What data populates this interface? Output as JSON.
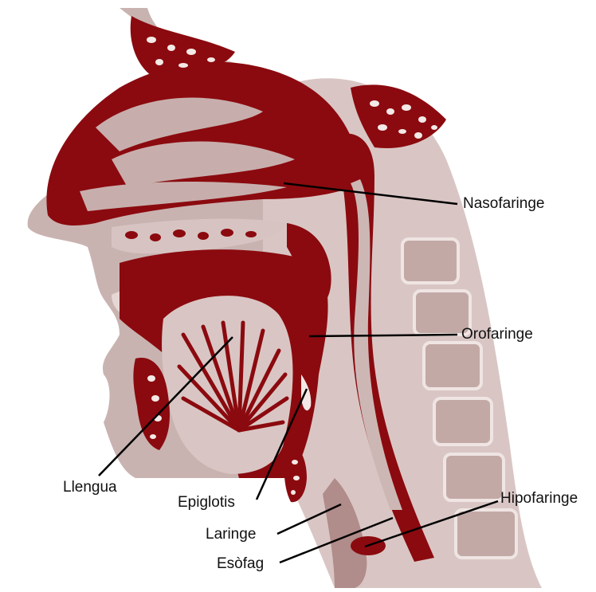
{
  "diagram": {
    "labels": {
      "nasofaringe": "Nasofaringe",
      "orofaringe": "Orofaringe",
      "llengua": "Llengua",
      "epiglotis": "Epiglotis",
      "laringe": "Laringe",
      "esofag": "Esòfag",
      "hipofaringe": "Hipofaringe"
    },
    "colors": {
      "tissue_dark": "#8b0a0f",
      "tissue_light": "#cdb7b5",
      "tissue_mid": "#b08c8a",
      "bone_speckle": "#f3e9e6",
      "outline": "#3a0003"
    }
  }
}
